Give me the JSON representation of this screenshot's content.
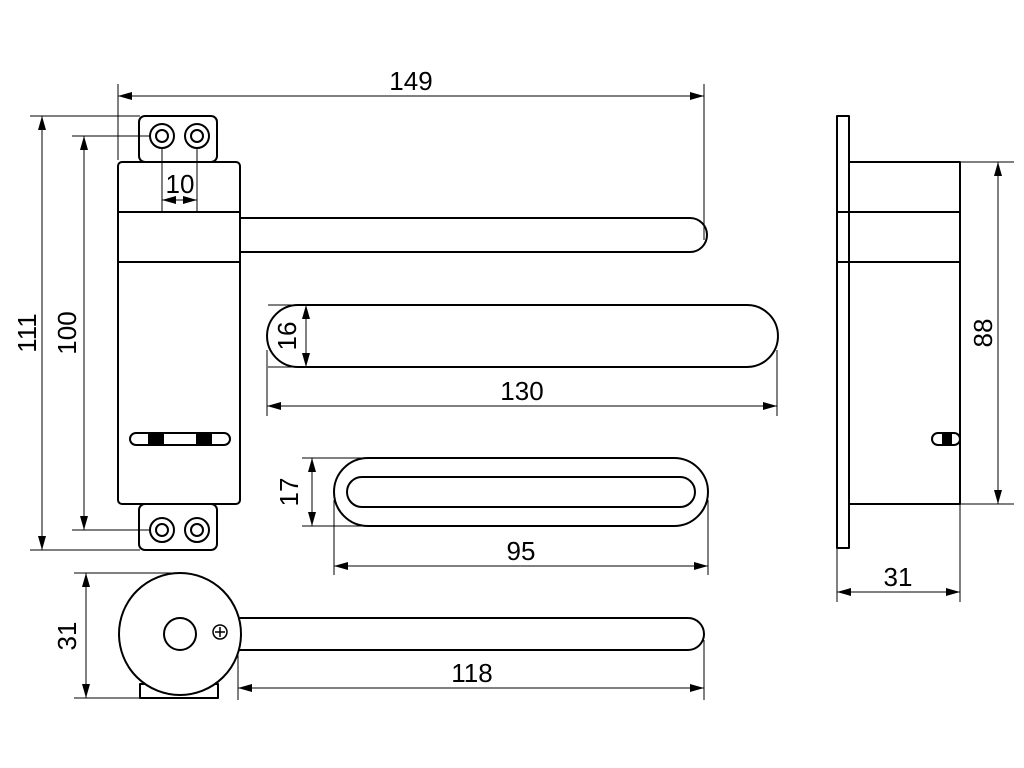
{
  "dimensions": {
    "total_length": "149",
    "total_height": "111",
    "body_height": "100",
    "hole_spacing": "10",
    "arm_width": "16",
    "arm_length": "130",
    "slot_width": "17",
    "slot_length": "95",
    "side_height": "88",
    "side_depth": "31",
    "top_depth": "31",
    "top_arm_length": "118"
  }
}
